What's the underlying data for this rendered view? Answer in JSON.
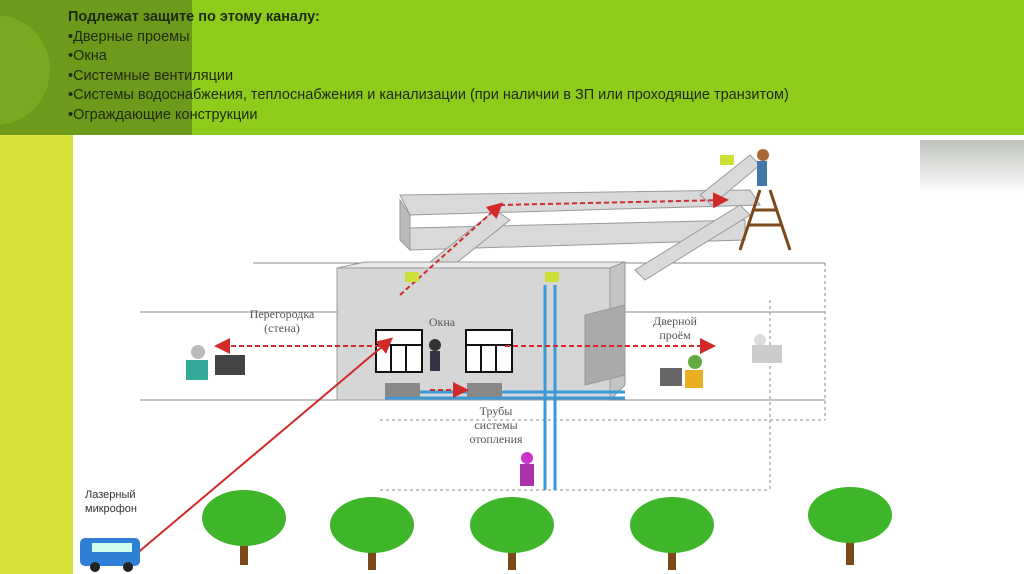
{
  "slide": {
    "title": "Подлежат защите по этому каналу:",
    "bullets": [
      "•Дверные проемы",
      "•Окна",
      "•Системные вентиляции",
      "•Системы водоснабжения,  теплоснабжения и канализации (при  наличии в ЗП или проходящие транзитом)",
      "•Ограждающие конструкции"
    ]
  },
  "diagram": {
    "labels": {
      "partition_1": "Перегородка",
      "partition_2": "(стена)",
      "windows": "Окна",
      "door_1": "Дверной",
      "door_2": "проём",
      "pipes_1": "Трубы",
      "pipes_2": "системы",
      "pipes_3": "отопления",
      "laser_1": "Лазерный",
      "laser_2": "микрофон"
    },
    "colors": {
      "arrow": "#d22a2a",
      "pipe": "#3a9ad9",
      "tree": "#3fb52a",
      "wall": "#d4d4d4"
    }
  }
}
